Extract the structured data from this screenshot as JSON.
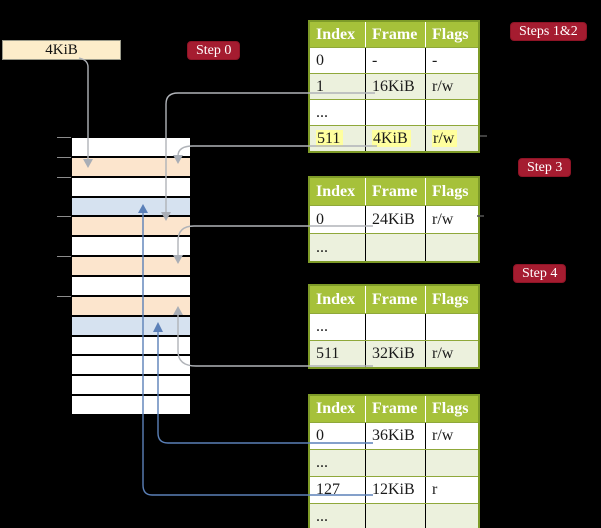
{
  "kib_box": {
    "label": "4KiB"
  },
  "step_labels": {
    "step0": "Step 0",
    "steps12": "Steps 1&2",
    "step3": "Step 3",
    "step4": "Step 4"
  },
  "tables": [
    {
      "id": "page-table-steps-1-2",
      "headers": [
        "Index",
        "Frame",
        "Flags"
      ],
      "rows": [
        {
          "cells": [
            "0",
            "-",
            "-"
          ],
          "highlight": false
        },
        {
          "cells": [
            "1",
            "16KiB",
            "r/w"
          ],
          "highlight": false
        },
        {
          "cells": [
            "...",
            "",
            ""
          ],
          "highlight": false
        },
        {
          "cells": [
            "511",
            "4KiB",
            "r/w"
          ],
          "highlight": true
        }
      ]
    },
    {
      "id": "page-table-step-3",
      "headers": [
        "Index",
        "Frame",
        "Flags"
      ],
      "rows": [
        {
          "cells": [
            "0",
            "24KiB",
            "r/w"
          ],
          "highlight": false
        },
        {
          "cells": [
            "...",
            "",
            ""
          ],
          "highlight": false
        }
      ]
    },
    {
      "id": "page-table-step-4",
      "headers": [
        "Index",
        "Frame",
        "Flags"
      ],
      "rows": [
        {
          "cells": [
            "...",
            "",
            ""
          ],
          "highlight": false
        },
        {
          "cells": [
            "511",
            "32KiB",
            "r/w"
          ],
          "highlight": false
        }
      ]
    },
    {
      "id": "page-table-final",
      "headers": [
        "Index",
        "Frame",
        "Flags"
      ],
      "rows": [
        {
          "cells": [
            "0",
            "36KiB",
            "r/w"
          ],
          "highlight": false
        },
        {
          "cells": [
            "...",
            "",
            ""
          ],
          "highlight": false
        },
        {
          "cells": [
            "127",
            "12KiB",
            "r"
          ],
          "highlight": false
        },
        {
          "cells": [
            "...",
            "",
            ""
          ],
          "highlight": false
        }
      ]
    }
  ],
  "memory_column": {
    "rows": [
      "white",
      "peach",
      "white",
      "blue",
      "peach",
      "white",
      "peach",
      "white",
      "peach",
      "blue",
      "white",
      "white",
      "white",
      "white"
    ]
  },
  "colors": {
    "background": "#000000",
    "table_header_bg": "#a6c13a",
    "table_border": "#7e9b28",
    "table_row_alt_bg": "#ecf1dd",
    "highlight_bg": "#ffff9e",
    "step_label_bg": "#a51c30",
    "step_label_text": "#ffffff",
    "memory_frame_peach": "#fce5cd",
    "memory_frame_blue": "#d6e2f0",
    "memory_frame_white": "#ffffff",
    "kib_box_bg": "#fcedca",
    "arrow_gray": "#b0b3b8",
    "arrow_blue": "#5b80b8"
  }
}
